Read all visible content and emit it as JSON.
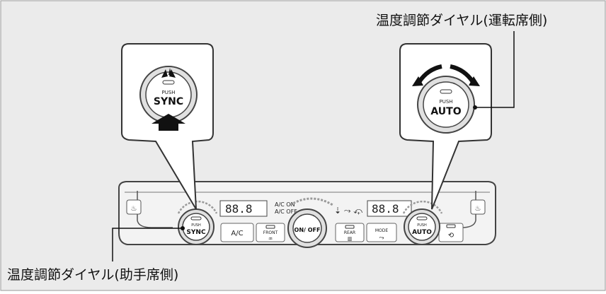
{
  "labels": {
    "driver_dial": "温度調節ダイヤル(運転席側)",
    "passenger_dial": "温度調節ダイヤル(助手席側)"
  },
  "left_zoom": {
    "push": "PUSH",
    "name": "SYNC"
  },
  "right_zoom": {
    "push": "PUSH",
    "name": "AUTO"
  },
  "panel": {
    "left_knob": {
      "push": "PUSH",
      "name": "SYNC"
    },
    "right_knob": {
      "push": "PUSH",
      "name": "AUTO"
    },
    "center_knob": "ON/ OFF",
    "left_display": "88.8",
    "right_display": "88.8",
    "ac_status_on": "A/C ON",
    "ac_status_off": "A/C OFF",
    "ac_button": "A/C",
    "front_button": "FRONT",
    "rear_button": "REAR",
    "mode_button": "MODE"
  }
}
